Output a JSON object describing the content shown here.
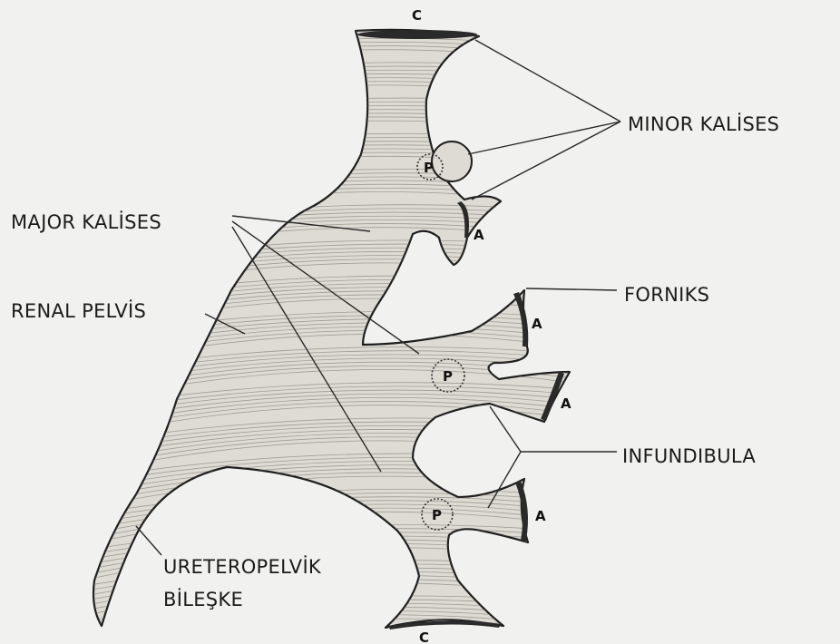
{
  "labels": {
    "minor_kalises": "MINOR KALİSES",
    "major_kalises": "MAJOR KALİSES",
    "renal_pelvis": "RENAL PELVİS",
    "forniks": "FORNIKS",
    "infundibula": "INFUNDIBULA",
    "ureteropelvik_line1": "URETEROPELVİK",
    "ureteropelvik_line2": "BİLEŞKE"
  },
  "markers": {
    "c_top": "C",
    "c_bottom": "C",
    "a_upper": "A",
    "a_mid1": "A",
    "a_mid2": "A",
    "a_lower": "A",
    "p_upper": "P",
    "p_mid": "P",
    "p_lower": "P"
  }
}
